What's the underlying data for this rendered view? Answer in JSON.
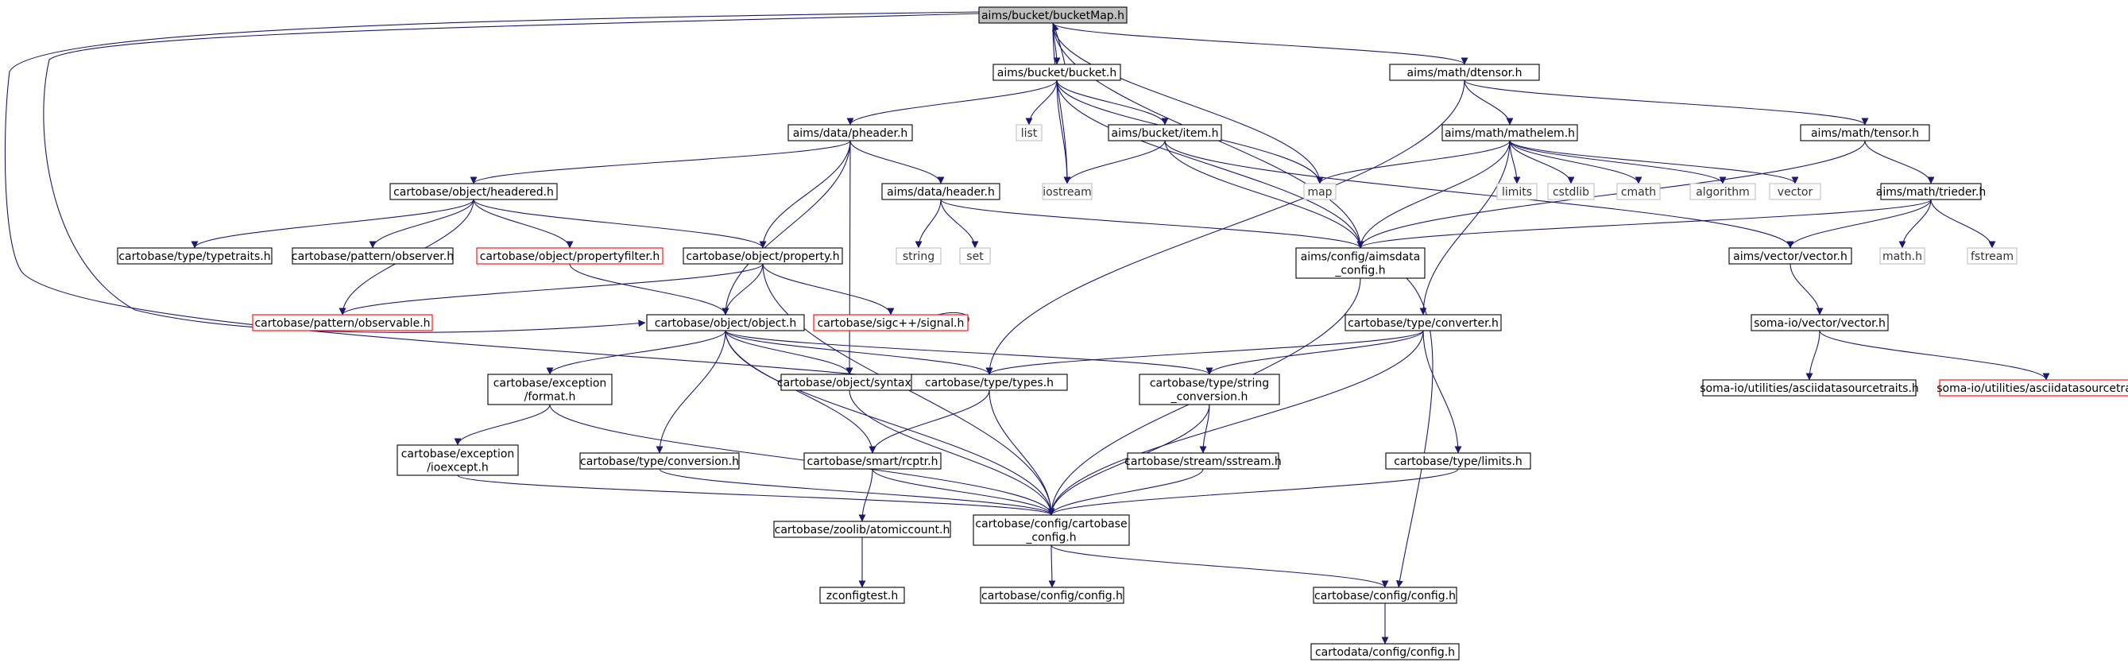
{
  "graph": {
    "nodes": [
      {
        "id": "root",
        "lines": [
          "aims/bucket/bucketMap.h"
        ],
        "kind": "root"
      },
      {
        "id": "bucket",
        "lines": [
          "aims/bucket/bucket.h"
        ],
        "kind": "normal"
      },
      {
        "id": "dtensor",
        "lines": [
          "aims/math/dtensor.h"
        ],
        "kind": "normal"
      },
      {
        "id": "pheader",
        "lines": [
          "aims/data/pheader.h"
        ],
        "kind": "normal"
      },
      {
        "id": "list",
        "lines": [
          "list"
        ],
        "kind": "system"
      },
      {
        "id": "item",
        "lines": [
          "aims/bucket/item.h"
        ],
        "kind": "normal"
      },
      {
        "id": "mathelem",
        "lines": [
          "aims/math/mathelem.h"
        ],
        "kind": "normal"
      },
      {
        "id": "tensor",
        "lines": [
          "aims/math/tensor.h"
        ],
        "kind": "normal"
      },
      {
        "id": "headered",
        "lines": [
          "cartobase/object/headered.h"
        ],
        "kind": "normal"
      },
      {
        "id": "header",
        "lines": [
          "aims/data/header.h"
        ],
        "kind": "normal"
      },
      {
        "id": "iostream",
        "lines": [
          "iostream"
        ],
        "kind": "system"
      },
      {
        "id": "map",
        "lines": [
          "map"
        ],
        "kind": "system"
      },
      {
        "id": "limits",
        "lines": [
          "limits"
        ],
        "kind": "system"
      },
      {
        "id": "cstdlib",
        "lines": [
          "cstdlib"
        ],
        "kind": "system"
      },
      {
        "id": "cmath",
        "lines": [
          "cmath"
        ],
        "kind": "system"
      },
      {
        "id": "algorithm",
        "lines": [
          "algorithm"
        ],
        "kind": "system"
      },
      {
        "id": "vector",
        "lines": [
          "vector"
        ],
        "kind": "system"
      },
      {
        "id": "trieder",
        "lines": [
          "aims/math/trieder.h"
        ],
        "kind": "normal"
      },
      {
        "id": "typetraits",
        "lines": [
          "cartobase/type/typetraits.h"
        ],
        "kind": "normal"
      },
      {
        "id": "observer",
        "lines": [
          "cartobase/pattern/observer.h"
        ],
        "kind": "normal"
      },
      {
        "id": "propertyfilter",
        "lines": [
          "cartobase/object/propertyfilter.h"
        ],
        "kind": "truncated"
      },
      {
        "id": "property",
        "lines": [
          "cartobase/object/property.h"
        ],
        "kind": "normal"
      },
      {
        "id": "string",
        "lines": [
          "string"
        ],
        "kind": "system"
      },
      {
        "id": "set",
        "lines": [
          "set"
        ],
        "kind": "system"
      },
      {
        "id": "aimsdata_config",
        "lines": [
          "aims/config/aimsdata",
          "_config.h"
        ],
        "kind": "normal"
      },
      {
        "id": "aimsvector",
        "lines": [
          "aims/vector/vector.h"
        ],
        "kind": "normal"
      },
      {
        "id": "math_h",
        "lines": [
          "math.h"
        ],
        "kind": "system"
      },
      {
        "id": "fstream",
        "lines": [
          "fstream"
        ],
        "kind": "system"
      },
      {
        "id": "observable",
        "lines": [
          "cartobase/pattern/observable.h"
        ],
        "kind": "truncated"
      },
      {
        "id": "object",
        "lines": [
          "cartobase/object/object.h"
        ],
        "kind": "normal"
      },
      {
        "id": "signal",
        "lines": [
          "cartobase/sigc++/signal.h"
        ],
        "kind": "truncated"
      },
      {
        "id": "converter",
        "lines": [
          "cartobase/type/converter.h"
        ],
        "kind": "normal"
      },
      {
        "id": "somavector",
        "lines": [
          "soma-io/vector/vector.h"
        ],
        "kind": "normal"
      },
      {
        "id": "format",
        "lines": [
          "cartobase/exception",
          "/format.h"
        ],
        "kind": "normal"
      },
      {
        "id": "syntax",
        "lines": [
          "cartobase/object/syntax.h"
        ],
        "kind": "normal"
      },
      {
        "id": "types",
        "lines": [
          "cartobase/type/types.h"
        ],
        "kind": "normal"
      },
      {
        "id": "string_conversion",
        "lines": [
          "cartobase/type/string",
          "_conversion.h"
        ],
        "kind": "normal"
      },
      {
        "id": "ascii1",
        "lines": [
          "soma-io/utilities/asciidatasourcetraits.h"
        ],
        "kind": "normal"
      },
      {
        "id": "ascii2",
        "lines": [
          "soma-io/utilities/asciidatasourcetraits.h"
        ],
        "kind": "truncated"
      },
      {
        "id": "ioexcept",
        "lines": [
          "cartobase/exception",
          "/ioexcept.h"
        ],
        "kind": "normal"
      },
      {
        "id": "conversion",
        "lines": [
          "cartobase/type/conversion.h"
        ],
        "kind": "normal"
      },
      {
        "id": "rcptr",
        "lines": [
          "cartobase/smart/rcptr.h"
        ],
        "kind": "normal"
      },
      {
        "id": "sstream",
        "lines": [
          "cartobase/stream/sstream.h"
        ],
        "kind": "normal"
      },
      {
        "id": "typelimits",
        "lines": [
          "cartobase/type/limits.h"
        ],
        "kind": "normal"
      },
      {
        "id": "atomiccount",
        "lines": [
          "cartobase/zoolib/atomiccount.h"
        ],
        "kind": "normal"
      },
      {
        "id": "cartobase_config",
        "lines": [
          "cartobase/config/cartobase",
          "_config.h"
        ],
        "kind": "normal"
      },
      {
        "id": "zconfigtest",
        "lines": [
          "zconfigtest.h"
        ],
        "kind": "normal"
      },
      {
        "id": "cb_config",
        "lines": [
          "cartobase/config/config.h"
        ],
        "kind": "normal"
      },
      {
        "id": "cb_config2",
        "lines": [
          "cartobase/config/config.h"
        ],
        "kind": "normal"
      },
      {
        "id": "cartodata_config",
        "lines": [
          "cartodata/config/config.h"
        ],
        "kind": "normal"
      }
    ]
  }
}
